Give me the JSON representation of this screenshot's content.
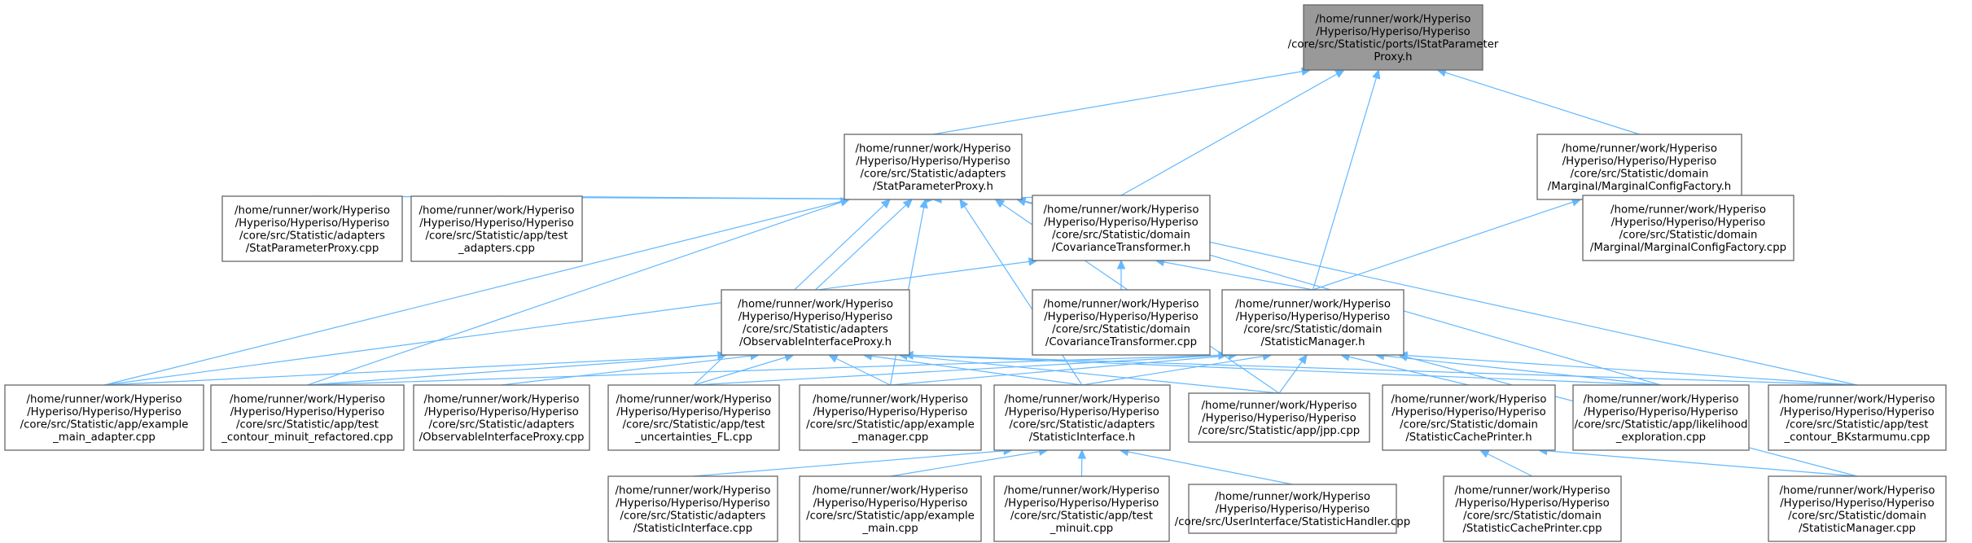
{
  "nodes": [
    {
      "id": "n0",
      "lines": [
        "/home/runner/work/Hyperiso",
        "/Hyperiso/Hyperiso/Hyperiso",
        "/core/src/Statistic/ports/IStatParameter",
        "Proxy.h"
      ],
      "root": true
    },
    {
      "id": "n1",
      "lines": [
        "/home/runner/work/Hyperiso",
        "/Hyperiso/Hyperiso/Hyperiso",
        "/core/src/Statistic/adapters",
        "/StatParameterProxy.h"
      ]
    },
    {
      "id": "n2",
      "lines": [
        "/home/runner/work/Hyperiso",
        "/Hyperiso/Hyperiso/Hyperiso",
        "/core/src/Statistic/domain",
        "/Marginal/MarginalConfigFactory.h"
      ]
    },
    {
      "id": "n3",
      "lines": [
        "/home/runner/work/Hyperiso",
        "/Hyperiso/Hyperiso/Hyperiso",
        "/core/src/Statistic/adapters",
        "/StatParameterProxy.cpp"
      ]
    },
    {
      "id": "n4",
      "lines": [
        "/home/runner/work/Hyperiso",
        "/Hyperiso/Hyperiso/Hyperiso",
        "/core/src/Statistic/app/test",
        "_adapters.cpp"
      ]
    },
    {
      "id": "n5",
      "lines": [
        "/home/runner/work/Hyperiso",
        "/Hyperiso/Hyperiso/Hyperiso",
        "/core/src/Statistic/domain",
        "/CovarianceTransformer.h"
      ]
    },
    {
      "id": "n6",
      "lines": [
        "/home/runner/work/Hyperiso",
        "/Hyperiso/Hyperiso/Hyperiso",
        "/core/src/Statistic/domain",
        "/Marginal/MarginalConfigFactory.cpp"
      ]
    },
    {
      "id": "n7",
      "lines": [
        "/home/runner/work/Hyperiso",
        "/Hyperiso/Hyperiso/Hyperiso",
        "/core/src/Statistic/adapters",
        "/ObservableInterfaceProxy.h"
      ]
    },
    {
      "id": "n8",
      "lines": [
        "/home/runner/work/Hyperiso",
        "/Hyperiso/Hyperiso/Hyperiso",
        "/core/src/Statistic/domain",
        "/CovarianceTransformer.cpp"
      ]
    },
    {
      "id": "n9",
      "lines": [
        "/home/runner/work/Hyperiso",
        "/Hyperiso/Hyperiso/Hyperiso",
        "/core/src/Statistic/domain",
        "/StatisticManager.h"
      ]
    },
    {
      "id": "n10",
      "lines": [
        "/home/runner/work/Hyperiso",
        "/Hyperiso/Hyperiso/Hyperiso",
        "/core/src/Statistic/app/example",
        "_main_adapter.cpp"
      ]
    },
    {
      "id": "n11",
      "lines": [
        "/home/runner/work/Hyperiso",
        "/Hyperiso/Hyperiso/Hyperiso",
        "/core/src/Statistic/app/test",
        "_contour_minuit_refactored.cpp"
      ]
    },
    {
      "id": "n12",
      "lines": [
        "/home/runner/work/Hyperiso",
        "/Hyperiso/Hyperiso/Hyperiso",
        "/core/src/Statistic/adapters",
        "/ObservableInterfaceProxy.cpp"
      ]
    },
    {
      "id": "n13",
      "lines": [
        "/home/runner/work/Hyperiso",
        "/Hyperiso/Hyperiso/Hyperiso",
        "/core/src/Statistic/app/test",
        "_uncertainties_FL.cpp"
      ]
    },
    {
      "id": "n14",
      "lines": [
        "/home/runner/work/Hyperiso",
        "/Hyperiso/Hyperiso/Hyperiso",
        "/core/src/Statistic/app/example",
        "_manager.cpp"
      ]
    },
    {
      "id": "n15",
      "lines": [
        "/home/runner/work/Hyperiso",
        "/Hyperiso/Hyperiso/Hyperiso",
        "/core/src/Statistic/adapters",
        "/StatisticInterface.h"
      ]
    },
    {
      "id": "n16",
      "lines": [
        "/home/runner/work/Hyperiso",
        "/Hyperiso/Hyperiso/Hyperiso",
        "/core/src/Statistic/app/jpp.cpp"
      ]
    },
    {
      "id": "n17",
      "lines": [
        "/home/runner/work/Hyperiso",
        "/Hyperiso/Hyperiso/Hyperiso",
        "/core/src/Statistic/domain",
        "/StatisticCachePrinter.h"
      ]
    },
    {
      "id": "n18",
      "lines": [
        "/home/runner/work/Hyperiso",
        "/Hyperiso/Hyperiso/Hyperiso",
        "/core/src/Statistic/app/likelihood",
        "_exploration.cpp"
      ]
    },
    {
      "id": "n19",
      "lines": [
        "/home/runner/work/Hyperiso",
        "/Hyperiso/Hyperiso/Hyperiso",
        "/core/src/Statistic/app/test",
        "_contour_BKstarmumu.cpp"
      ]
    },
    {
      "id": "n20",
      "lines": [
        "/home/runner/work/Hyperiso",
        "/Hyperiso/Hyperiso/Hyperiso",
        "/core/src/Statistic/adapters",
        "/StatisticInterface.cpp"
      ]
    },
    {
      "id": "n21",
      "lines": [
        "/home/runner/work/Hyperiso",
        "/Hyperiso/Hyperiso/Hyperiso",
        "/core/src/Statistic/app/example",
        "_main.cpp"
      ]
    },
    {
      "id": "n22",
      "lines": [
        "/home/runner/work/Hyperiso",
        "/Hyperiso/Hyperiso/Hyperiso",
        "/core/src/Statistic/app/test",
        "_minuit.cpp"
      ]
    },
    {
      "id": "n23",
      "lines": [
        "/home/runner/work/Hyperiso",
        "/Hyperiso/Hyperiso/Hyperiso",
        "/core/src/UserInterface/StatisticHandler.cpp"
      ]
    },
    {
      "id": "n24",
      "lines": [
        "/home/runner/work/Hyperiso",
        "/Hyperiso/Hyperiso/Hyperiso",
        "/core/src/Statistic/domain",
        "/StatisticCachePrinter.cpp"
      ]
    },
    {
      "id": "n25",
      "lines": [
        "/home/runner/work/Hyperiso",
        "/Hyperiso/Hyperiso/Hyperiso",
        "/core/src/Statistic/domain",
        "/StatisticManager.cpp"
      ]
    }
  ],
  "edges": [
    [
      "n1",
      "n0"
    ],
    [
      "n2",
      "n0"
    ],
    [
      "n5",
      "n0"
    ],
    [
      "n9",
      "n0"
    ],
    [
      "n3",
      "n1"
    ],
    [
      "n4",
      "n1"
    ],
    [
      "n5",
      "n1"
    ],
    [
      "n7",
      "n1"
    ],
    [
      "n10",
      "n1"
    ],
    [
      "n11",
      "n1"
    ],
    [
      "n13",
      "n1"
    ],
    [
      "n14",
      "n1"
    ],
    [
      "n15",
      "n1"
    ],
    [
      "n16",
      "n1"
    ],
    [
      "n18",
      "n1"
    ],
    [
      "n19",
      "n1"
    ],
    [
      "n6",
      "n2"
    ],
    [
      "n9",
      "n2"
    ],
    [
      "n8",
      "n5"
    ],
    [
      "n9",
      "n5"
    ],
    [
      "n10",
      "n5"
    ],
    [
      "n10",
      "n7"
    ],
    [
      "n11",
      "n7"
    ],
    [
      "n12",
      "n7"
    ],
    [
      "n13",
      "n7"
    ],
    [
      "n14",
      "n7"
    ],
    [
      "n15",
      "n7"
    ],
    [
      "n16",
      "n7"
    ],
    [
      "n18",
      "n7"
    ],
    [
      "n19",
      "n7"
    ],
    [
      "n11",
      "n9"
    ],
    [
      "n13",
      "n9"
    ],
    [
      "n14",
      "n9"
    ],
    [
      "n15",
      "n9"
    ],
    [
      "n16",
      "n9"
    ],
    [
      "n17",
      "n9"
    ],
    [
      "n18",
      "n9"
    ],
    [
      "n19",
      "n9"
    ],
    [
      "n25",
      "n9"
    ],
    [
      "n20",
      "n15"
    ],
    [
      "n21",
      "n15"
    ],
    [
      "n22",
      "n15"
    ],
    [
      "n23",
      "n15"
    ],
    [
      "n24",
      "n17"
    ],
    [
      "n25",
      "n17"
    ]
  ]
}
